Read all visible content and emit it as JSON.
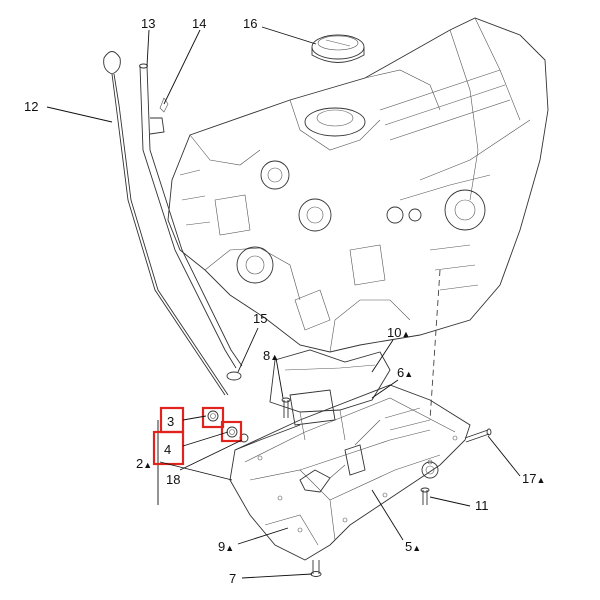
{
  "callouts": {
    "c2": "2",
    "c3": "3",
    "c4": "4",
    "c5": "5",
    "c6": "6",
    "c7": "7",
    "c8": "8",
    "c9": "9",
    "c10": "10",
    "c11": "11",
    "c12": "12",
    "c13": "13",
    "c14": "14",
    "c15": "15",
    "c16": "16",
    "c17": "17",
    "c18": "18"
  },
  "marker_symbol": "▲",
  "colors": {
    "highlight": "#e0231d",
    "line": "#333333",
    "background": "#ffffff"
  }
}
